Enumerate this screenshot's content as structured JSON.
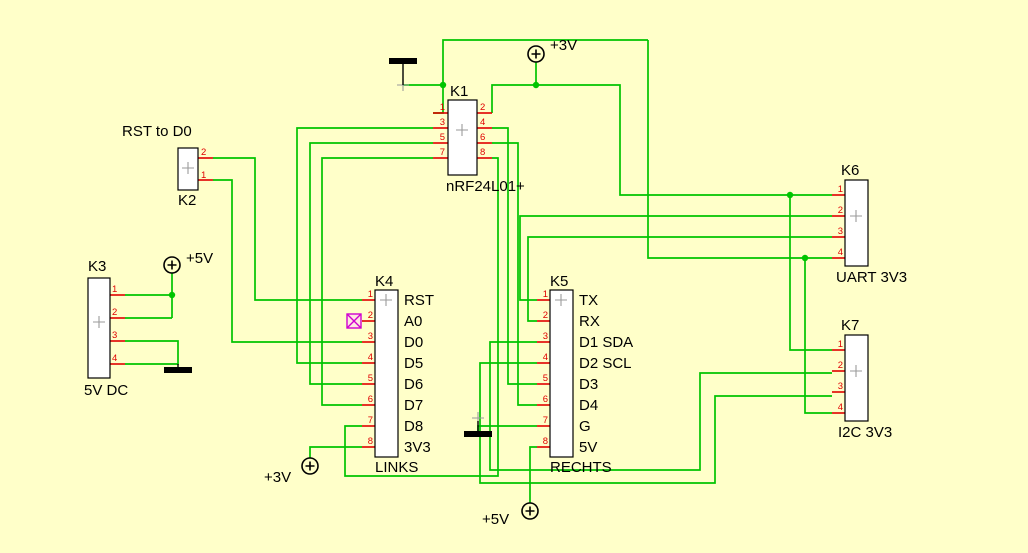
{
  "canvas": {
    "background": "#FFFFC9"
  },
  "colors": {
    "wire": "#00C400",
    "pin": "#E00000",
    "text": "#000000",
    "noconnect_marker": "#D000D0"
  },
  "power_labels": {
    "plus3v_top": "+3V",
    "plus5v_left": "+5V",
    "plus3v_bottom": "+3V",
    "plus5v_bottom": "+5V"
  },
  "connectors": {
    "K1": {
      "name": "K1",
      "sub": "nRF24L01+",
      "pins_left": [
        "1",
        "3",
        "5",
        "7"
      ],
      "pins_right": [
        "2",
        "4",
        "6",
        "8"
      ]
    },
    "K2": {
      "name": "K2",
      "note": "RST to D0",
      "pins": [
        "2",
        "1"
      ]
    },
    "K3": {
      "name": "K3",
      "sub": "5V DC",
      "pins": [
        "1",
        "2",
        "3",
        "4"
      ]
    },
    "K4": {
      "name": "K4",
      "sub": "LINKS",
      "pins": [
        "1",
        "2",
        "3",
        "4",
        "5",
        "6",
        "7",
        "8"
      ],
      "labels": [
        "RST",
        "A0",
        "D0",
        "D5",
        "D6",
        "D7",
        "D8",
        "3V3"
      ]
    },
    "K5": {
      "name": "K5",
      "sub": "RECHTS",
      "pins": [
        "1",
        "2",
        "3",
        "4",
        "5",
        "6",
        "7",
        "8"
      ],
      "labels": [
        "TX",
        "RX",
        "D1 SDA",
        "D2 SCL",
        "D3",
        "D4",
        "G",
        "5V"
      ]
    },
    "K6": {
      "name": "K6",
      "sub": "UART 3V3",
      "pins": [
        "1",
        "2",
        "3",
        "4"
      ]
    },
    "K7": {
      "name": "K7",
      "sub": "I2C 3V3",
      "pins": [
        "1",
        "2",
        "3",
        "4"
      ]
    }
  }
}
